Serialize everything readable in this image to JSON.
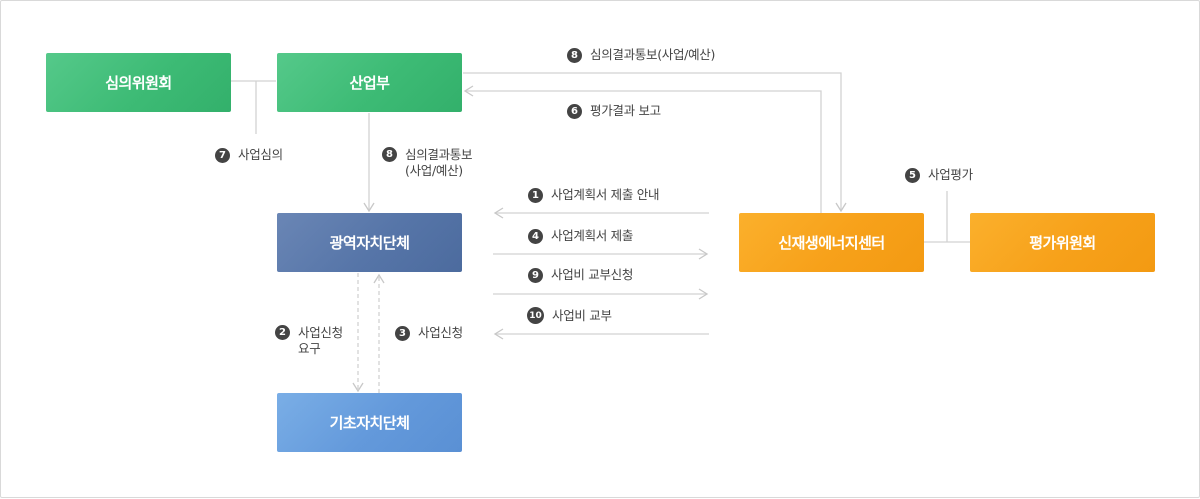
{
  "nodes": {
    "committee": "심의위원회",
    "ministry": "산업부",
    "regional_gov": "광역자치단체",
    "local_gov": "기초자치단체",
    "energy_center": "신재생에너지센터",
    "evaluation_committee": "평가위원회"
  },
  "steps": [
    {
      "num": "8",
      "text": "심의결과통보(사업/예산)"
    },
    {
      "num": "6",
      "text": "평가결과 보고"
    },
    {
      "num": "7",
      "text": "사업심의"
    },
    {
      "num": "8",
      "text": "심의결과통보\n(사업/예산)"
    },
    {
      "num": "1",
      "text": "사업계획서 제출 안내"
    },
    {
      "num": "4",
      "text": "사업계획서 제출"
    },
    {
      "num": "9",
      "text": "사업비 교부신청"
    },
    {
      "num": "10",
      "text": "사업비 교부"
    },
    {
      "num": "5",
      "text": "사업평가"
    },
    {
      "num": "2",
      "text": "사업신청\n요구"
    },
    {
      "num": "3",
      "text": "사업신청"
    }
  ],
  "colors": {
    "green": "#3dbb75",
    "navy": "#5675a8",
    "blue": "#6399db",
    "orange": "#f7a11a",
    "line": "#cfcfcf",
    "badge": "#444444"
  }
}
